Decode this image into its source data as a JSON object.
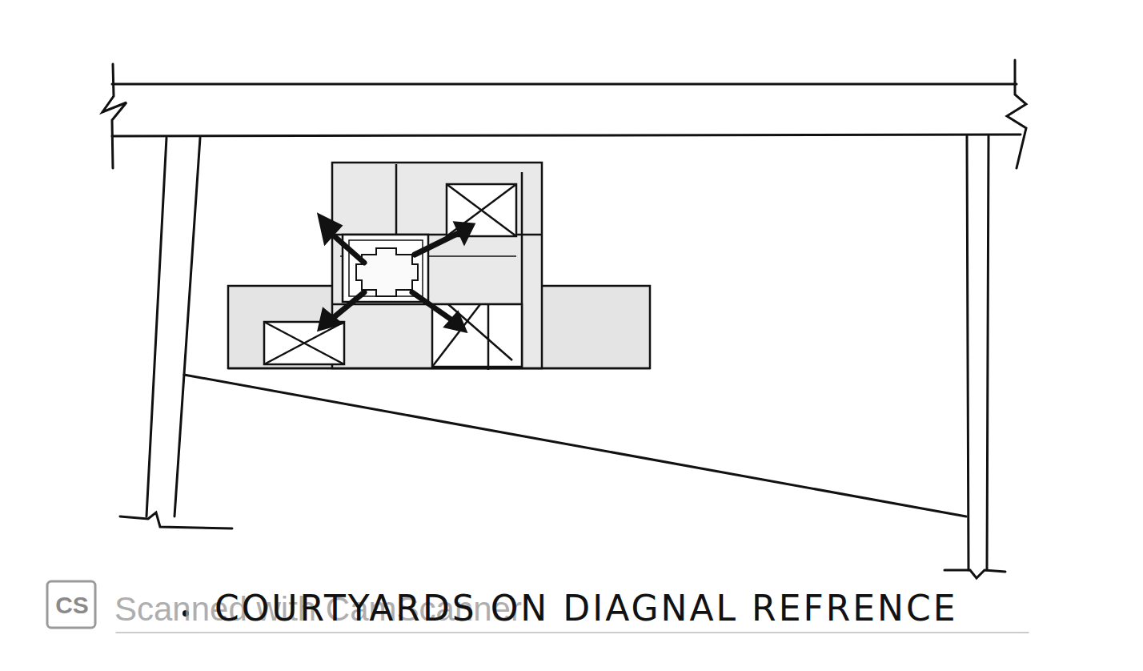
{
  "diagram": {
    "caption": "COURTYARDS ON DIAGNAL REFRENCE",
    "labels": [
      "CS",
      "Scanned with CamScanner"
    ]
  }
}
